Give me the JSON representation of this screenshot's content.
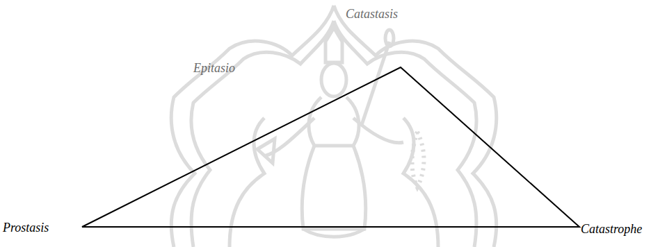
{
  "diagram": {
    "labels": [
      "Catastasis",
      "Epitasio",
      "Prostasis",
      "Catastrophe"
    ]
  }
}
